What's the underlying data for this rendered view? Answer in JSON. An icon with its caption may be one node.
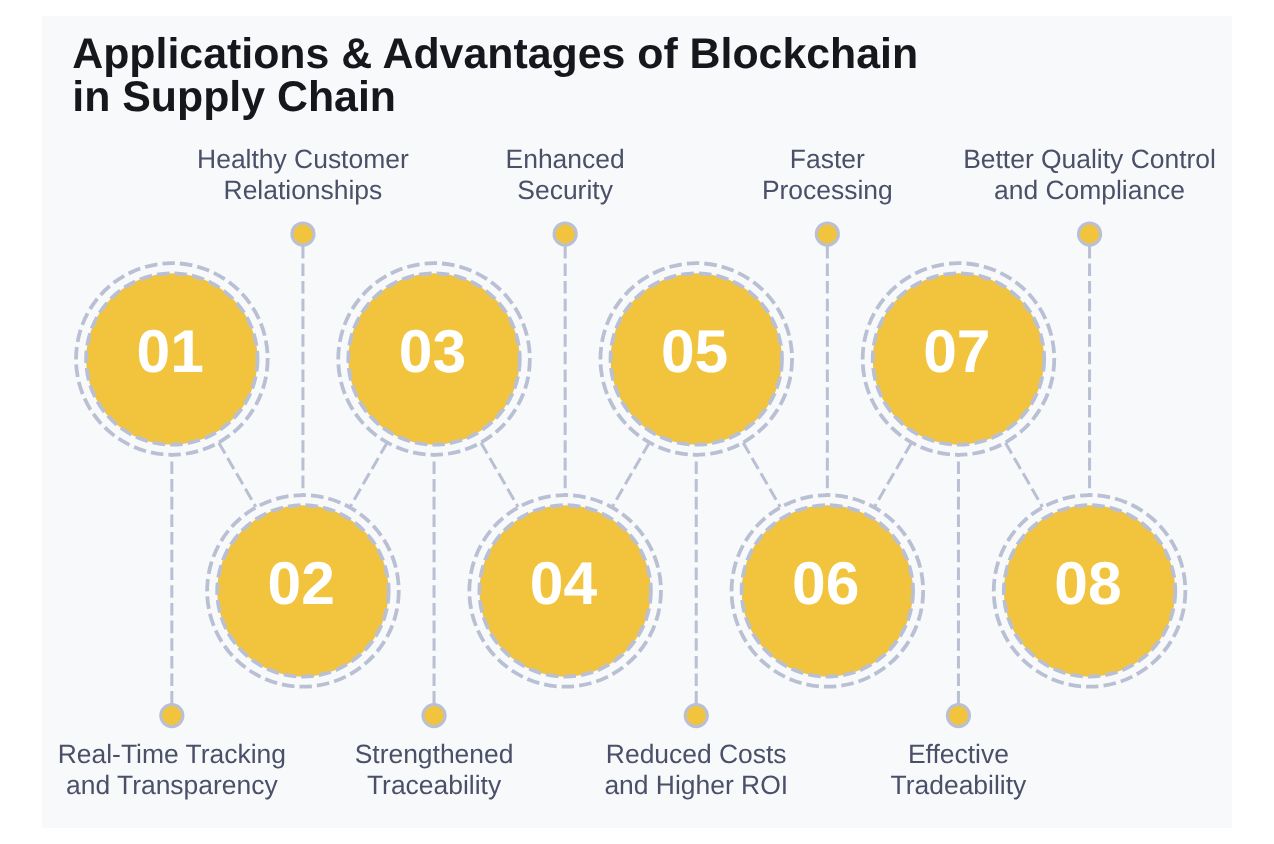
{
  "diagram": {
    "title": "Applications & Advantages of Blockchain in Supply Chain",
    "nodes": [
      {
        "text": [
          "01"
        ]
      },
      {
        "text": [
          "Real-Time Tracking and Transparency"
        ]
      },
      {
        "text": [
          "02"
        ]
      },
      {
        "text": [
          "Healthy Customer Relationships"
        ]
      },
      {
        "text": [
          "03"
        ]
      },
      {
        "text": [
          "Strengthened Traceability"
        ]
      },
      {
        "text": [
          "04"
        ]
      },
      {
        "text": [
          "Enhanced Security"
        ]
      },
      {
        "text": [
          "05"
        ]
      },
      {
        "text": [
          "Reduced Costs and Higher ROI"
        ]
      },
      {
        "text": [
          "06"
        ]
      },
      {
        "text": [
          "Faster Processing"
        ]
      },
      {
        "text": [
          "07"
        ]
      },
      {
        "text": [
          "Effective Tradeability"
        ]
      },
      {
        "text": [
          "08"
        ]
      },
      {
        "text": [
          "Better Quality Control and Compliance"
        ]
      }
    ],
    "edges": [
      {
        "from": 1,
        "to": 0,
        "arrow": "other",
        "style": "dashed"
      },
      {
        "from": 3,
        "to": 2,
        "arrow": "other",
        "style": "dashed"
      },
      {
        "from": 5,
        "to": 4,
        "arrow": "other",
        "style": "dashed"
      },
      {
        "from": 7,
        "to": 6,
        "arrow": "other",
        "style": "dashed"
      },
      {
        "from": 9,
        "to": 8,
        "arrow": "other",
        "style": "dashed"
      },
      {
        "from": 11,
        "to": 10,
        "arrow": "other",
        "style": "dashed"
      },
      {
        "from": 13,
        "to": 12,
        "arrow": "other",
        "style": "dashed"
      },
      {
        "from": 15,
        "to": 14,
        "arrow": "other",
        "style": "dashed"
      },
      {
        "from": 0,
        "to": 2,
        "arrow": "none",
        "style": "dashed"
      },
      {
        "from": 4,
        "to": 2,
        "arrow": "none",
        "style": "dashed"
      },
      {
        "from": 4,
        "to": 6,
        "arrow": "none",
        "style": "dashed"
      },
      {
        "from": 8,
        "to": 6,
        "arrow": "none",
        "style": "dashed"
      },
      {
        "from": 8,
        "to": 10,
        "arrow": "none",
        "style": "dashed"
      },
      {
        "from": 12,
        "to": 10,
        "arrow": "none",
        "style": "dashed"
      },
      {
        "from": 12,
        "to": 14,
        "arrow": "none",
        "style": "dashed"
      }
    ]
  }
}
